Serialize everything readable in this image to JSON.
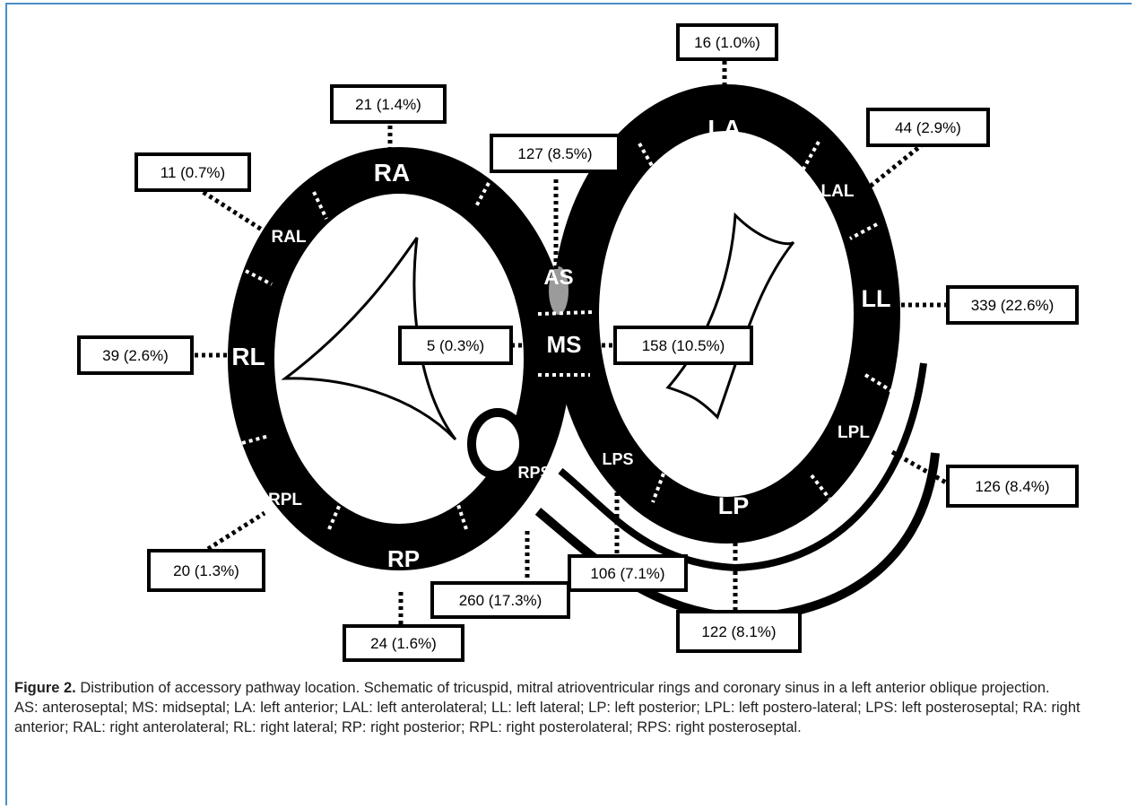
{
  "ring_labels": {
    "ra": "RA",
    "ral": "RAL",
    "rl": "RL",
    "rpl": "RPL",
    "rp": "RP",
    "rps": "RPS",
    "as": "AS",
    "ms": "MS",
    "la": "LA",
    "lal": "LAL",
    "ll": "LL",
    "lpl": "LPL",
    "lp": "LP",
    "lps": "LPS"
  },
  "counts": {
    "la": "16 (1.0%)",
    "ra": "21 (1.4%)",
    "lal": "44 (2.9%)",
    "as": "127 (8.5%)",
    "ral": "11 (0.7%)",
    "ll": "339 (22.6%)",
    "rl": "39 (2.6%)",
    "ms_right": "5 (0.3%)",
    "ms_left": "158 (10.5%)",
    "lpl": "126 (8.4%)",
    "rpl": "20 (1.3%)",
    "lps": "106 (7.1%)",
    "rps": "260 (17.3%)",
    "rp": "24 (1.6%)",
    "lp": "122 (8.1%)"
  },
  "caption": {
    "figure_label": "Figure 2.",
    "title_text": " Distribution of accessory pathway location. Schematic of tricuspid, mitral atrioventricular rings and coronary sinus in a left anterior oblique projection.",
    "abbreviations": "AS: anteroseptal; MS: midseptal; LA: left anterior; LAL: left anterolateral; LL: left lateral; LP: left posterior; LPL: left postero-lateral; LPS: left posteroseptal; RA: right anterior; RAL: right anterolateral; RL: right lateral; RP: right posterior; RPL: right posterolateral; RPS: right posteroseptal."
  },
  "colors": {
    "ring": "#000000",
    "frame": "#4a8fc8",
    "septal_marker": "#9b9b9b"
  }
}
